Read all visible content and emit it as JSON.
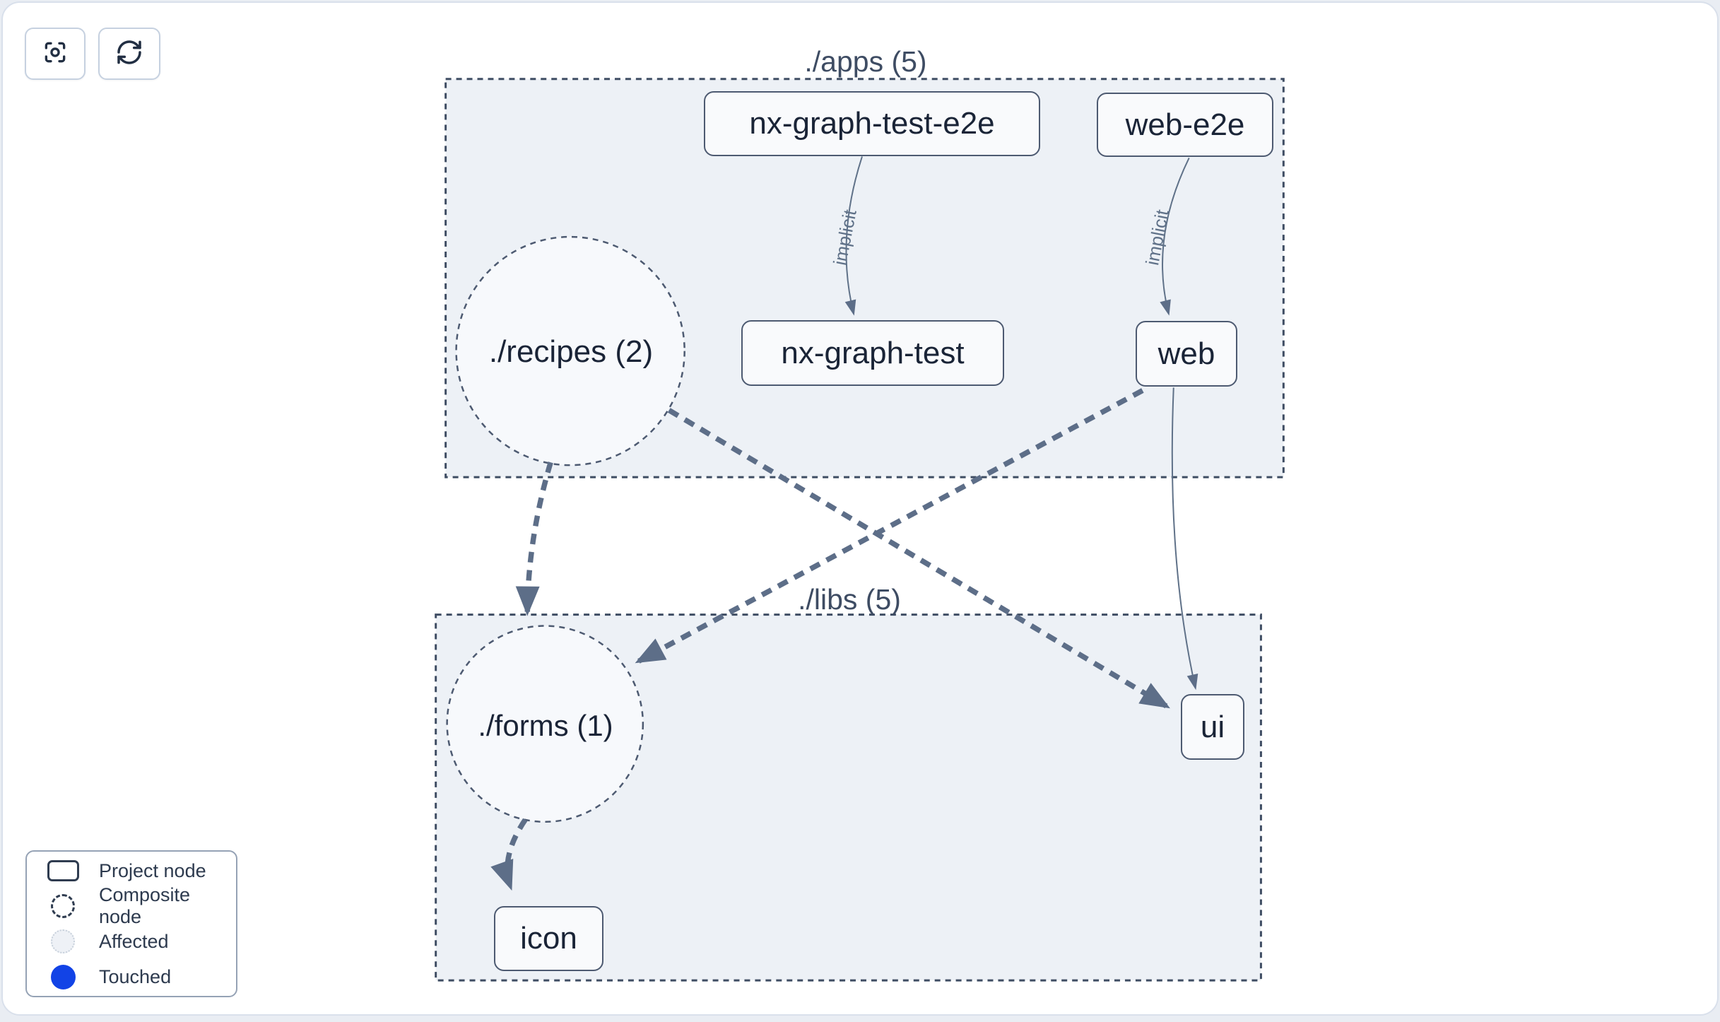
{
  "toolbar": {
    "focus_button": {
      "icon": "focus-icon"
    },
    "refresh_button": {
      "icon": "refresh-icon"
    }
  },
  "graph": {
    "groups": [
      {
        "id": "apps",
        "title": "./apps (5)"
      },
      {
        "id": "libs",
        "title": "./libs (5)"
      }
    ],
    "composite_nodes": [
      {
        "id": "recipes",
        "label": "./recipes (2)",
        "group": "apps"
      },
      {
        "id": "forms",
        "label": "./forms (1)",
        "group": "libs"
      }
    ],
    "project_nodes": [
      {
        "id": "nx-graph-test-e2e",
        "label": "nx-graph-test-e2e",
        "group": "apps"
      },
      {
        "id": "web-e2e",
        "label": "web-e2e",
        "group": "apps"
      },
      {
        "id": "nx-graph-test",
        "label": "nx-graph-test",
        "group": "apps"
      },
      {
        "id": "web",
        "label": "web",
        "group": "apps"
      },
      {
        "id": "ui",
        "label": "ui",
        "group": "libs"
      },
      {
        "id": "icon",
        "label": "icon",
        "group": "libs"
      }
    ],
    "edges": [
      {
        "from": "nx-graph-test-e2e",
        "to": "nx-graph-test",
        "label": "implicit",
        "style": "solid"
      },
      {
        "from": "web-e2e",
        "to": "web",
        "label": "implicit",
        "style": "solid"
      },
      {
        "from": "web",
        "to": "ui",
        "label": "",
        "style": "solid"
      },
      {
        "from": "./recipes (2)",
        "to": "./forms (1)",
        "label": "",
        "style": "dashed"
      },
      {
        "from": "./recipes (2)",
        "to": "ui",
        "label": "",
        "style": "dashed"
      },
      {
        "from": "web",
        "to": "./forms (1)",
        "label": "",
        "style": "dashed"
      },
      {
        "from": "./forms (1)",
        "to": "icon",
        "label": "",
        "style": "dashed"
      }
    ]
  },
  "legend": {
    "items": [
      {
        "label": "Project node",
        "icon": "project-node-icon"
      },
      {
        "label": "Composite node",
        "icon": "composite-node-icon"
      },
      {
        "label": "Affected",
        "icon": "affected-icon"
      },
      {
        "label": "Touched",
        "icon": "touched-icon"
      }
    ]
  },
  "colors": {
    "canvas": "#ffffff",
    "group_fill": "#edf1f6",
    "group_border": "#3f4d63",
    "node_fill": "#f9fafc",
    "node_border": "#4d5a71",
    "edge": "#5d6e88",
    "node_text": "#1a2437",
    "group_title_text": "#3e4c63",
    "touched_blue": "#1243e6",
    "affected_fill": "#eef1f6"
  }
}
